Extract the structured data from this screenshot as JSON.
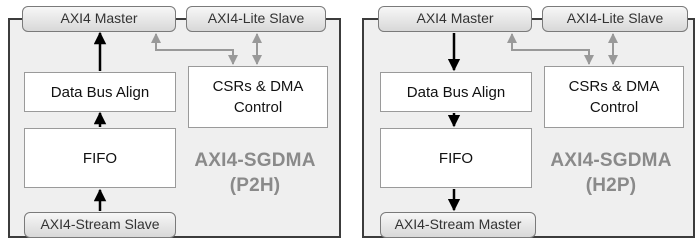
{
  "diagrams": [
    {
      "top_left_port": "AXI4 Master",
      "top_right_port": "AXI4-Lite Slave",
      "align_block": "Data Bus Align",
      "csr_line1": "CSRs & DMA",
      "csr_line2": "Control",
      "fifo_block": "FIFO",
      "title_line1": "AXI4-SGDMA",
      "title_line2": "(P2H)",
      "bottom_port": "AXI4-Stream Slave",
      "data_direction": "up"
    },
    {
      "top_left_port": "AXI4 Master",
      "top_right_port": "AXI4-Lite Slave",
      "align_block": "Data Bus Align",
      "csr_line1": "CSRs & DMA",
      "csr_line2": "Control",
      "fifo_block": "FIFO",
      "title_line1": "AXI4-SGDMA",
      "title_line2": "(H2P)",
      "bottom_port": "AXI4-Stream Master",
      "data_direction": "down"
    }
  ],
  "colors": {
    "panel_fill": "#efefef",
    "panel_border": "#3c3c3c",
    "title_gray": "#8a8a8a",
    "control_arrow": "#999999",
    "data_arrow": "#000000"
  }
}
